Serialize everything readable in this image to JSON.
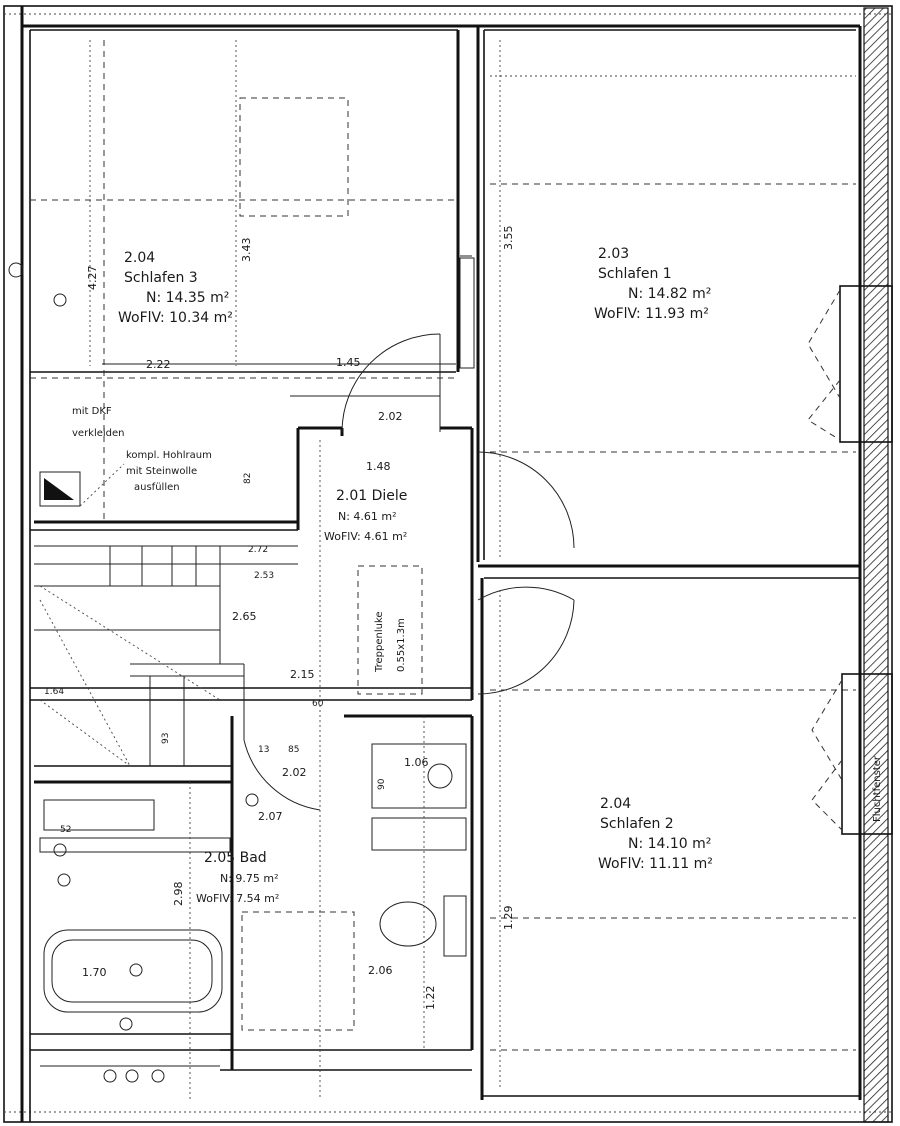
{
  "rooms": {
    "schlafen3": {
      "number": "2.04",
      "name": "Schlafen 3",
      "area_n": "N: 14.35 m²",
      "area_wofiv": "WoFlV: 10.34 m²"
    },
    "schlafen1": {
      "number": "2.03",
      "name": "Schlafen 1",
      "area_n": "N: 14.82 m²",
      "area_wofiv": "WoFlV: 11.93 m²"
    },
    "diele": {
      "number": "2.01",
      "name": "Diele",
      "area_n": "N: 4.61 m²",
      "area_wofiv": "WoFlV: 4.61 m²"
    },
    "bad": {
      "number": "2.05",
      "name": "Bad",
      "area_n": "N: 9.75 m²",
      "area_wofiv": "WoFlV: 7.54 m²"
    },
    "schlafen2": {
      "number": "2.04",
      "name": "Schlafen 2",
      "area_n": "N: 14.10 m²",
      "area_wofiv": "WoFlV: 11.11 m²"
    }
  },
  "notes": {
    "dkf": [
      "mit DKF",
      "verkleiden"
    ],
    "hohlraum": [
      "kompl. Hohlraum",
      "mit Steinwolle",
      "ausfüllen"
    ],
    "treppe": [
      "Treppenluke",
      "0.55x1.3m"
    ],
    "fluchtfenster": "Fluchtfenster"
  },
  "dimensions": {
    "d_222": "2.22",
    "d_427": "4.27",
    "d_343": "3.43",
    "d_355": "3.55",
    "d_145": "1.45",
    "d_202a": "2.02",
    "d_148": "1.48",
    "d_272": "2.72",
    "d_253": "2.53",
    "d_265": "2.65",
    "d_215": "2.15",
    "d_202b": "2.02",
    "d_207": "2.07",
    "d_106": "1.06",
    "d_298": "2.98",
    "d_206": "2.06",
    "d_170": "1.70",
    "d_122": "1.22",
    "d_129": "1.29",
    "d_093": "93",
    "d_085": "85",
    "d_090": "90",
    "d_052": "52",
    "d_082": "82",
    "d_013": "13",
    "d_060": "60",
    "d_164": "1.64"
  }
}
